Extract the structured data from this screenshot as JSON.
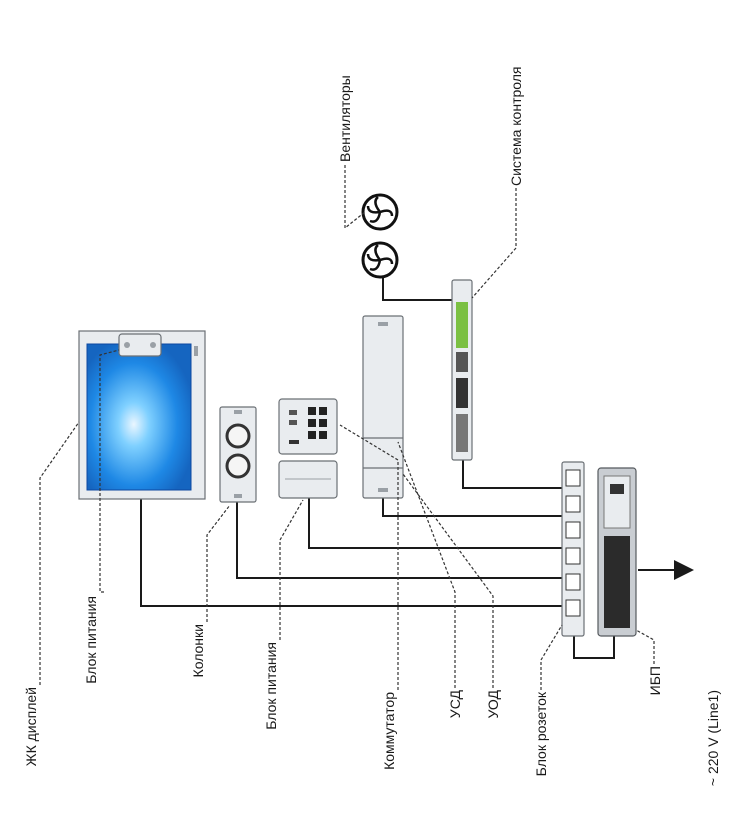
{
  "labels": {
    "lcd_display": "ЖК дисплей",
    "power_unit_1": "Блок питания",
    "speakers": "Колонки",
    "power_unit_2": "Блок питания",
    "switch": "Коммутатор",
    "usd": "УСД",
    "uod": "УОД",
    "socket_block": "Блок розеток",
    "ups": "ИБП",
    "fans": "Вентиляторы",
    "control_system": "Система контроля",
    "mains": "~  220 V (Line1)"
  }
}
